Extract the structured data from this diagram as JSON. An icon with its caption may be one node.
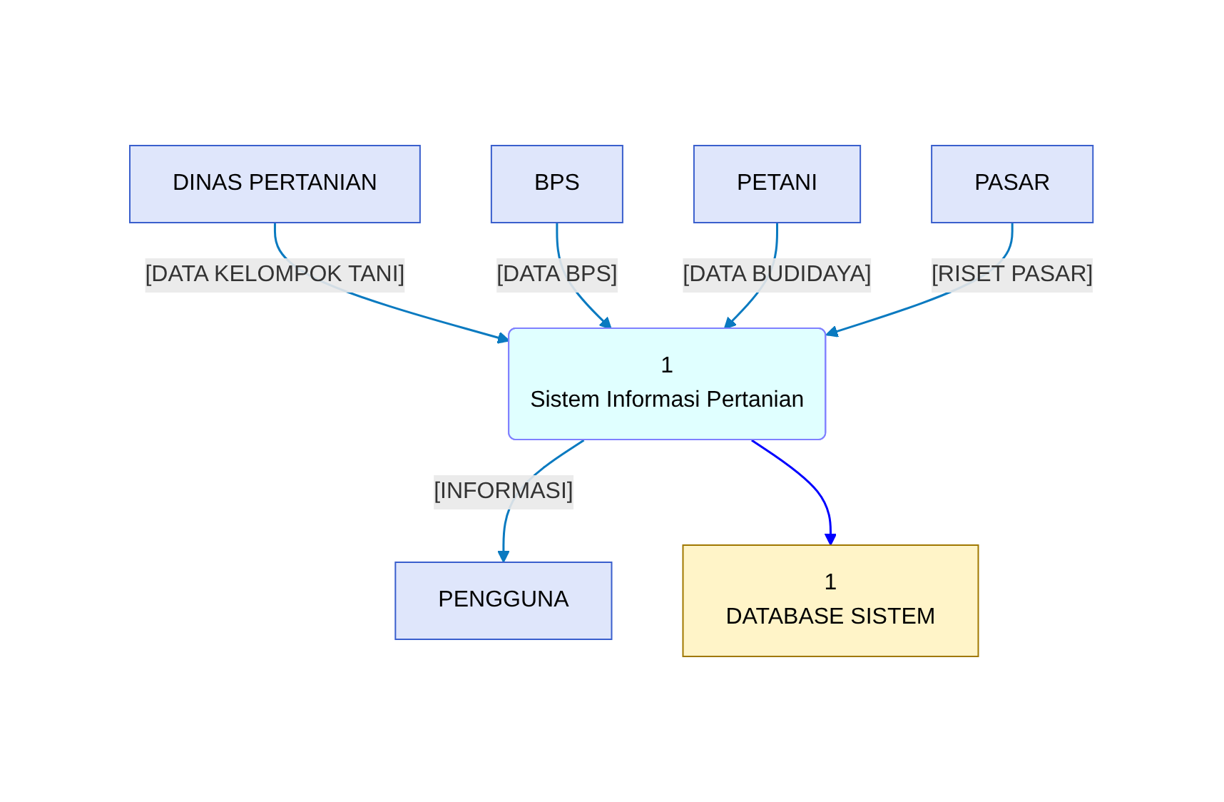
{
  "diagram": {
    "nodes": [
      {
        "text": [
          "DINAS PERTANIAN"
        ]
      },
      {
        "text": [
          "BPS"
        ]
      },
      {
        "text": [
          "PETANI"
        ]
      },
      {
        "text": [
          "PASAR"
        ]
      },
      {
        "text": [
          "1",
          "Sistem Informasi Pertanian"
        ]
      },
      {
        "text": [
          "1",
          "DATABASE SISTEM"
        ]
      },
      {
        "text": [
          "PENGGUNA"
        ]
      }
    ],
    "edges": [
      {
        "from": 0,
        "to": 4,
        "arrow": "to",
        "label": "[DATA KELOMPOK TANI]"
      },
      {
        "from": 1,
        "to": 4,
        "arrow": "to",
        "label": "[DATA BPS]"
      },
      {
        "from": 2,
        "to": 4,
        "arrow": "to",
        "label": "[DATA BUDIDAYA]"
      },
      {
        "from": 3,
        "to": 4,
        "arrow": "to",
        "label": "[RISET PASAR]"
      },
      {
        "from": 4,
        "to": 6,
        "arrow": "to",
        "label": "[INFORMASI]"
      },
      {
        "from": 4,
        "to": 5,
        "arrow": "to",
        "color": "#0000ff"
      }
    ]
  }
}
